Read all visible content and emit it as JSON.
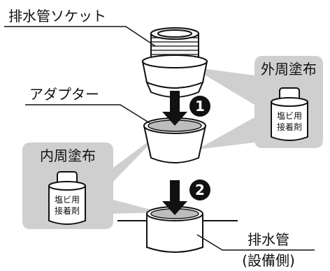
{
  "labels": {
    "socket": "排水管ソケット",
    "adapter": "アダプター",
    "outer_coat": "外周塗布",
    "inner_coat": "内周塗布",
    "pipe": "排水管",
    "pipe_note": "(設備側)"
  },
  "steps": {
    "one": "1",
    "two": "2"
  },
  "glue_can_label": {
    "line1": "塩ビ用",
    "line2": "接着剤"
  },
  "colors": {
    "panel": "#cfcfcf",
    "ink": "#111111",
    "part_fill": "#ffffff",
    "glue_gray": "#bdbdbd"
  },
  "icons": {
    "arrow": "arrow-down-icon",
    "badge": "step-number-badge",
    "can": "adhesive-can-icon"
  }
}
